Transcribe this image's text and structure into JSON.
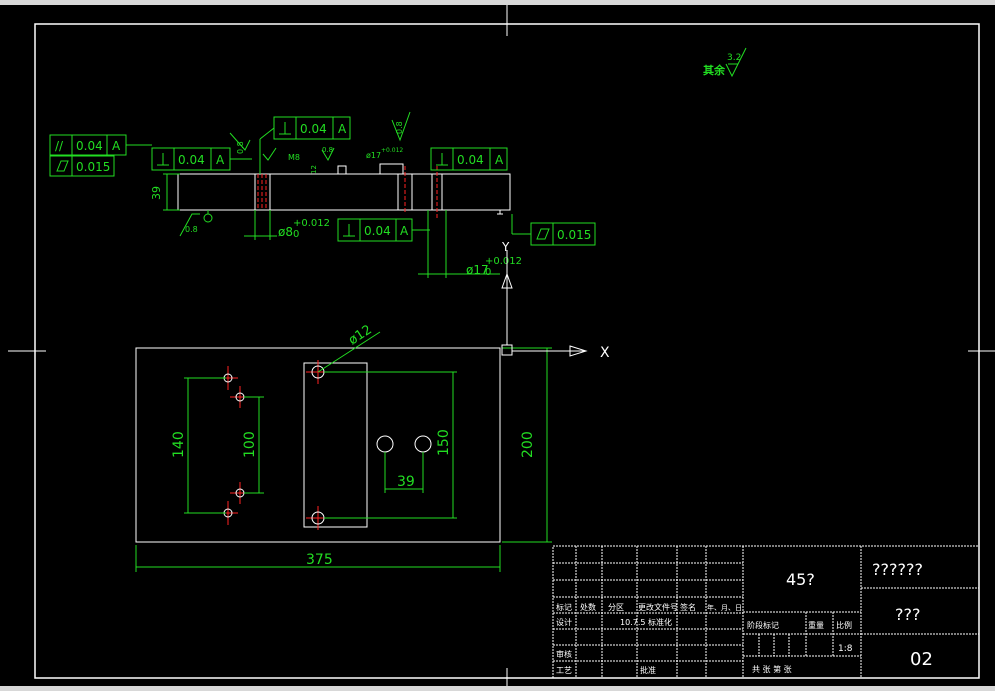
{
  "roughness": {
    "label": "其余",
    "value": "3.2"
  },
  "frames": {
    "f1": "//",
    "f1v": "0.04",
    "f1d": "A",
    "f2v": "0.015",
    "f3v": "0.04",
    "f3d": "A",
    "f4v": "0.04",
    "f4d": "A",
    "f5v": "0.04",
    "f5d": "A",
    "f6v": "0.04",
    "f6d": "A",
    "f7v": "0.015"
  },
  "side_view": {
    "h39": "39",
    "r08a": "0.8",
    "r08b": "0.8",
    "r08c": "0.8",
    "r08d": "0.8",
    "r08e": "0.8",
    "m8": "M8",
    "h12": "12",
    "dia17_small": "ø17",
    "tol_small": "+0.012",
    "dia8": "ø8",
    "tol8": "+0.012",
    "zero8": "0",
    "dia17": "ø17",
    "tol17": "+0.012",
    "zero17": "0"
  },
  "top_view": {
    "dia12": "ø12",
    "d140": "140",
    "d100": "100",
    "d150": "150",
    "d39": "39",
    "d200": "200",
    "d375": "375",
    "axis_x": "X",
    "axis_y": "Y"
  },
  "title_block": {
    "material": "45?",
    "name": "??????",
    "company": "???",
    "drawing_no": "02",
    "scale": "1:8",
    "small_a": "标记",
    "small_b": "处数",
    "small_c": "分区",
    "small_d": "更改文件号",
    "small_e": "签名",
    "small_f": "年、月、日",
    "small_g": "设计",
    "small_h": "标准化",
    "small_i": "审核",
    "small_j": "工艺",
    "small_k": "批准",
    "small_l": "阶段标记",
    "small_m": "重量",
    "small_n": "比例",
    "small_o": "共 张 第 张",
    "date": "10.7.5"
  }
}
